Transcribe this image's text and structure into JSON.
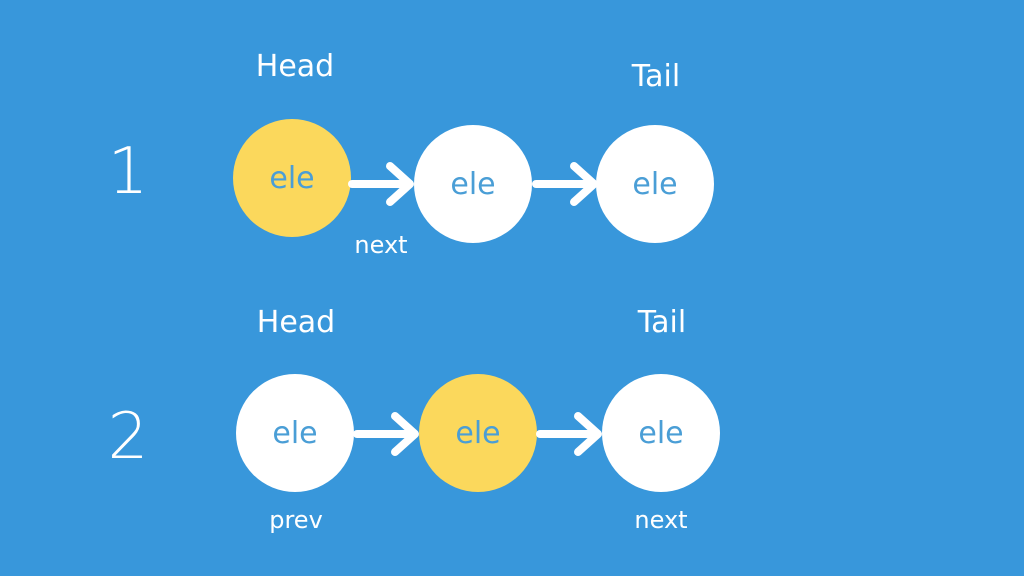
{
  "colors": {
    "background": "#3897db",
    "node_default": "#ffffff",
    "node_highlight": "#fbd85c",
    "node_text": "#4a9ed6",
    "arrow": "#ffffff"
  },
  "rows": [
    {
      "number": "1",
      "head_label": "Head",
      "tail_label": "Tail",
      "nodes": [
        {
          "text": "ele",
          "highlighted": true
        },
        {
          "text": "ele",
          "highlighted": false
        },
        {
          "text": "ele",
          "highlighted": false
        }
      ],
      "pointer_labels": {
        "next": "next"
      }
    },
    {
      "number": "2",
      "head_label": "Head",
      "tail_label": "Tail",
      "nodes": [
        {
          "text": "ele",
          "highlighted": false
        },
        {
          "text": "ele",
          "highlighted": true
        },
        {
          "text": "ele",
          "highlighted": false
        }
      ],
      "pointer_labels": {
        "prev": "prev",
        "next": "next"
      }
    }
  ]
}
